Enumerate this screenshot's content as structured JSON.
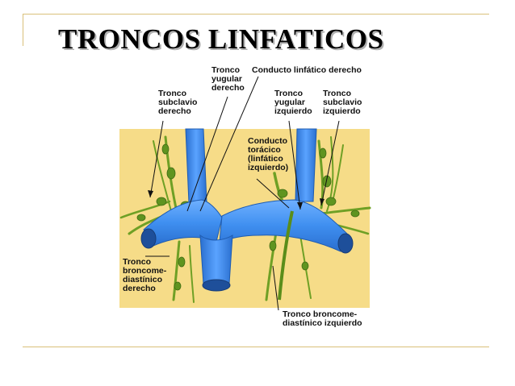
{
  "slide": {
    "title": "TRONCOS LINFATICOS"
  },
  "labels": {
    "tronco_yugular_derecho": "Tronco\nyugular\nderecho",
    "conducto_linfatico_derecho": "Conducto linfático derecho",
    "tronco_subclavio_derecho": "Tronco\nsubclavio\nderecho",
    "tronco_yugular_izquierdo": "Tronco\nyugular\nizquierdo",
    "tronco_subclavio_izquierdo": "Tronco\nsubclavio\nizquierdo",
    "conducto_toracico": "Conducto\ntorácico\n(linfático\nizquierdo)",
    "tronco_broncomediastinico_derecho": "Tronco\nbroncome-\ndiastínico\nderecho",
    "tronco_broncomediastinico_izquierdo": "Tronco broncome-\ndiastínico izquierdo"
  },
  "colors": {
    "background_panel": "#f6dc88",
    "vein": "#3f8ff0",
    "lymph": "#6fa025",
    "frame": "#d9c07a"
  }
}
